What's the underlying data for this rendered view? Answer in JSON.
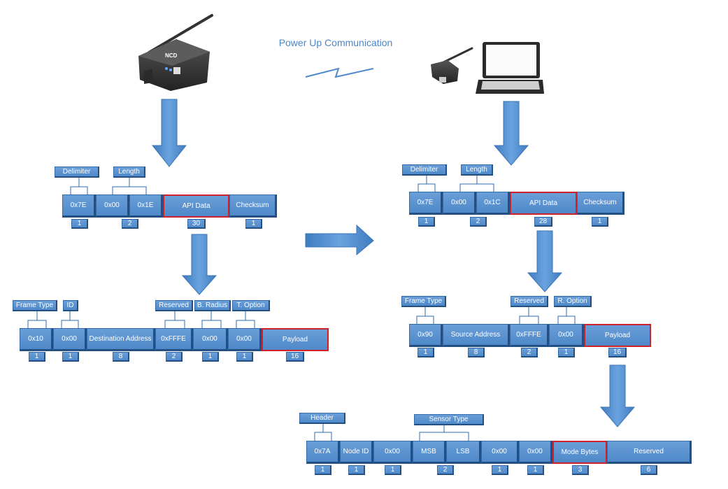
{
  "title": "Power Up Communication",
  "top_frames": [
    {
      "name": "tx-frame",
      "fields": [
        {
          "label": "0x7E",
          "size": "1"
        },
        {
          "label": "0x00",
          "size": "2"
        },
        {
          "label": "0x1E",
          "size": ""
        },
        {
          "label": "API Data",
          "size": "30"
        },
        {
          "label": "Checksum",
          "size": "1"
        }
      ],
      "headers": [
        "Delimiter",
        "Length"
      ]
    },
    {
      "name": "rx-frame",
      "fields": [
        {
          "label": "0x7E",
          "size": "1"
        },
        {
          "label": "0x00",
          "size": "2"
        },
        {
          "label": "0x1C",
          "size": ""
        },
        {
          "label": "API Data",
          "size": "28"
        },
        {
          "label": "Checksum",
          "size": "1"
        }
      ],
      "headers": [
        "Delimiter",
        "Length"
      ]
    }
  ],
  "tx_api": {
    "fields": [
      {
        "label": "0x10",
        "size": "1"
      },
      {
        "label": "0x00",
        "size": "1"
      },
      {
        "label": "Destination Address",
        "size": "8"
      },
      {
        "label": "0xFFFE",
        "size": "2"
      },
      {
        "label": "0x00",
        "size": "1"
      },
      {
        "label": "0x00",
        "size": "1"
      },
      {
        "label": "Payload",
        "size": "16"
      }
    ],
    "headers": [
      "Frame Type",
      "ID",
      "Reserved",
      "B. Radius",
      "T. Option"
    ]
  },
  "rx_api": {
    "fields": [
      {
        "label": "0x90",
        "size": "1"
      },
      {
        "label": "Source Address",
        "size": "8"
      },
      {
        "label": "0xFFFE",
        "size": "2"
      },
      {
        "label": "0x00",
        "size": "1"
      },
      {
        "label": "Payload",
        "size": "16"
      }
    ],
    "headers": [
      "Frame Type",
      "Reserved",
      "R. Option"
    ]
  },
  "payload": {
    "fields": [
      {
        "label": "0x7A",
        "size": "1"
      },
      {
        "label": "Node ID",
        "size": "1"
      },
      {
        "label": "0x00",
        "size": "1"
      },
      {
        "label": "MSB",
        "size": "2"
      },
      {
        "label": "LSB",
        "size": ""
      },
      {
        "label": "0x00",
        "size": "1"
      },
      {
        "label": "0x00",
        "size": "1"
      },
      {
        "label": "Mode Bytes",
        "size": "3"
      },
      {
        "label": "Reserved",
        "size": "6"
      }
    ],
    "headers": [
      "Header",
      "Sensor Type"
    ]
  },
  "device_sensor": {
    "logo": "NCD",
    "icon": "wireless-sensor-icon"
  },
  "device_gateway": {
    "icon": "usb-gateway-icon"
  },
  "device_laptop": {
    "icon": "laptop-icon"
  },
  "colors": {
    "box": "#5b93d3",
    "box_border": "#2f6bad",
    "highlight": "#d0202a",
    "arrow": "#4f89c9",
    "title": "#4a86c8"
  }
}
